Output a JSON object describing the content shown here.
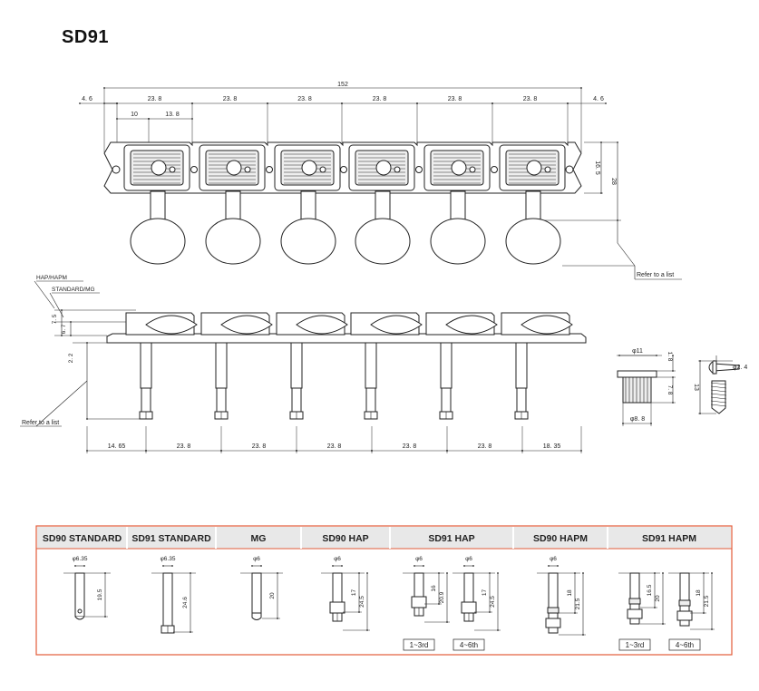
{
  "title": "SD91",
  "top_view": {
    "overall": "152",
    "end_left": "4. 6",
    "end_right": "4. 6",
    "pitch": [
      "23. 8",
      "23. 8",
      "23. 8",
      "23. 8",
      "23. 8",
      "23. 8"
    ],
    "sub_a": "10",
    "sub_b": "13. 8",
    "h_inner": "16. 5",
    "h_outer": "28",
    "note": "Refer to a list"
  },
  "side_view": {
    "label_hap": "HAP/HAPM",
    "label_std": "STANDARD/MG",
    "v1": "7. 5",
    "v2": "6. 7",
    "v3": "2. 2",
    "note": "Refer to a list",
    "bottom": [
      "14. 65",
      "23. 8",
      "23. 8",
      "23. 8",
      "23. 8",
      "23. 8",
      "18. 35"
    ]
  },
  "bushing": {
    "top_d": "φ11",
    "h1": "1. 8",
    "h2": "7. 8",
    "bot_d": "φ8. 8"
  },
  "screw": {
    "d": "φ2. 4",
    "len": "13"
  },
  "table": {
    "headers": [
      "SD90 STANDARD",
      "SD91 STANDARD",
      "MG",
      "SD90 HAP",
      "SD91 HAP",
      "SD90 HAPM",
      "SD91 HAPM"
    ],
    "cells": {
      "sd90std": {
        "d": "φ6.35",
        "h": "19.5"
      },
      "sd91std": {
        "d": "φ6.35",
        "h": "24.6"
      },
      "mg": {
        "d": "φ6",
        "h": "20"
      },
      "sd90hap": {
        "d": "φ6",
        "h1": "17",
        "h2": "24.5"
      },
      "sd91hap_a": {
        "d": "φ6",
        "h1": "16",
        "h2": "20.9",
        "tag": "1~3rd"
      },
      "sd91hap_b": {
        "d": "φ6",
        "h1": "17",
        "h2": "24.5",
        "tag": "4~6th"
      },
      "sd90hapm": {
        "d": "φ6",
        "h1": "18",
        "h2": "21.5"
      },
      "sd91hapm_a": {
        "h1": "16.5",
        "h2": "20",
        "tag": "1~3rd"
      },
      "sd91hapm_b": {
        "h1": "18",
        "h2": "21.5",
        "tag": "4~6th"
      }
    }
  }
}
